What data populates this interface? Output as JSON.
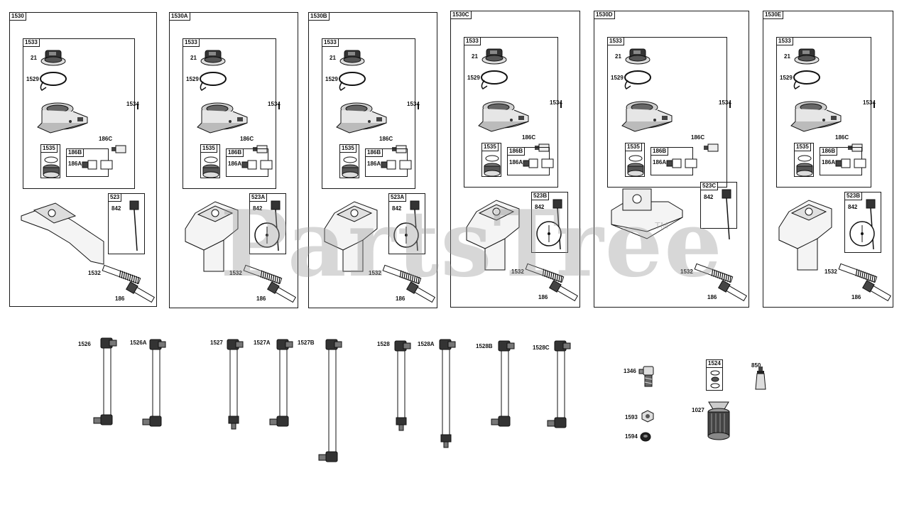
{
  "watermark": {
    "text": "PartsTree",
    "tm": "TM"
  },
  "assemblies": [
    {
      "tag": "1530",
      "sub": "1533",
      "l21": "21",
      "l1529": "1529",
      "l1534": "1534",
      "l186c": "186C",
      "l1535": "1535",
      "l186b": "186B",
      "l186a": "186A",
      "tank": "523",
      "l842": "842",
      "l1532": "1532",
      "l186": "186"
    },
    {
      "tag": "1530A",
      "sub": "1533",
      "l21": "21",
      "l1529": "1529",
      "l1534": "1534",
      "l186c": "186C",
      "l1535": "1535",
      "l186b": "186B",
      "l186a": "186A",
      "tank": "523A",
      "l842": "842",
      "l1532": "1532",
      "l186": "186"
    },
    {
      "tag": "1530B",
      "sub": "1533",
      "l21": "21",
      "l1529": "1529",
      "l1534": "1534",
      "l186c": "186C",
      "l1535": "1535",
      "l186b": "186B",
      "l186a": "186A",
      "tank": "523A",
      "l842": "842",
      "l1532": "1532",
      "l186": "186"
    },
    {
      "tag": "1530C",
      "sub": "1533",
      "l21": "21",
      "l1529": "1529",
      "l1534": "1534",
      "l186c": "186C",
      "l1535": "1535",
      "l186b": "186B",
      "l186a": "186A",
      "tank": "523B",
      "l842": "842",
      "l1532": "1532",
      "l186": "186"
    },
    {
      "tag": "1530D",
      "sub": "1533",
      "l21": "21",
      "l1529": "1529",
      "l1534": "1534",
      "l186c": "186C",
      "l1535": "1535",
      "l186b": "186B",
      "l186a": "186A",
      "tank": "523C",
      "l842": "842",
      "l1532": "1532",
      "l186": "186"
    },
    {
      "tag": "1530E",
      "sub": "1533",
      "l21": "21",
      "l1529": "1529",
      "l1534": "1534",
      "l186c": "186C",
      "l1535": "1535",
      "l186b": "186B",
      "l186a": "186A",
      "tank": "523B",
      "l842": "842",
      "l1532": "1532",
      "l186": "186"
    }
  ],
  "hoses": [
    "1526",
    "1526A",
    "1527",
    "1527A",
    "1527B",
    "1528",
    "1528A",
    "1528B",
    "1528C"
  ],
  "misc": {
    "p1346": "1346",
    "p1524": "1524",
    "p850": "850",
    "p1593": "1593",
    "p1027": "1027",
    "p1594": "1594"
  }
}
